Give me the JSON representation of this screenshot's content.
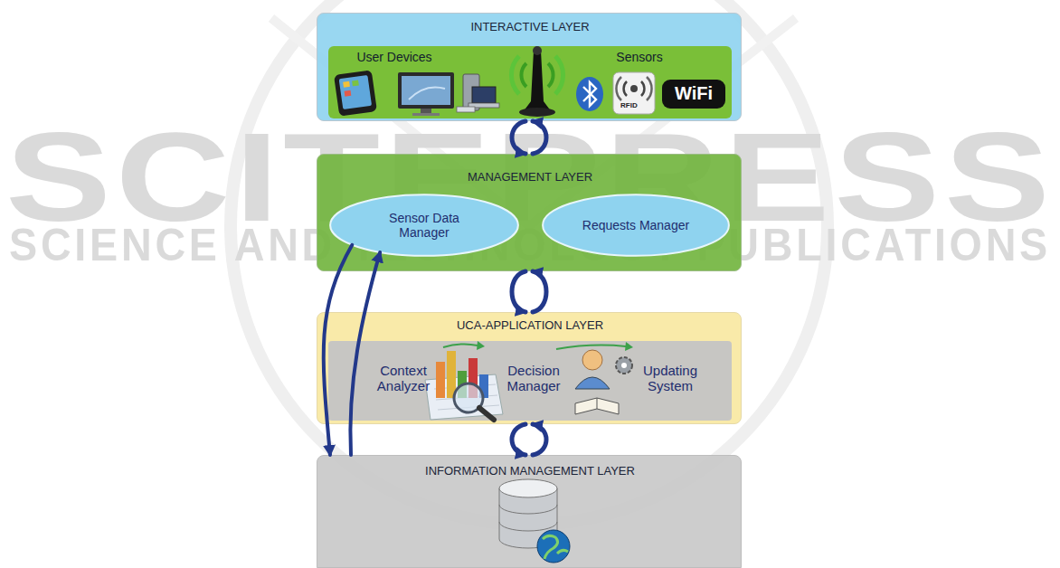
{
  "diagram": {
    "nodes": [
      {
        "text": [
          "INTERACTIVE LAYER"
        ]
      },
      {
        "text": [
          "User Devices",
          "Sensors"
        ],
        "in": 0
      },
      {
        "text": [
          "MANAGEMENT LAYER"
        ]
      },
      {
        "text": [
          "Sensor Data Manager"
        ],
        "in": 2
      },
      {
        "text": [
          "Requests Manager"
        ],
        "in": 2
      },
      {
        "text": [
          "UCA-APPLICATION LAYER"
        ]
      },
      {
        "text": [
          "Context Analyzer",
          "Decision Manager",
          "Updating System"
        ],
        "in": 5
      },
      {
        "text": [
          "INFORMATION MANAGEMENT LAYER"
        ]
      }
    ],
    "edges": [
      {
        "from": 0,
        "to": 2,
        "arrow": "both"
      },
      {
        "from": 2,
        "to": 5,
        "arrow": "both"
      },
      {
        "from": 5,
        "to": 7,
        "arrow": "both"
      },
      {
        "from": 3,
        "to": 7,
        "arrow": "both"
      }
    ],
    "labels": [
      "SCITEPRESS",
      "SCIENCE AND TECHNOLOGY PUBLICATIONS",
      "RFID",
      "WiFi"
    ]
  }
}
